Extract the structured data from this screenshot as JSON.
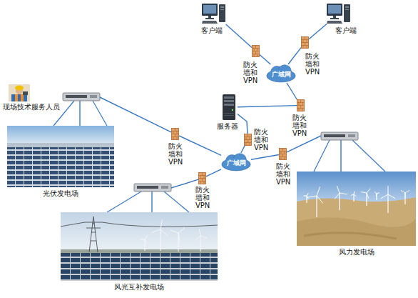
{
  "diagram": {
    "nodes": [
      {
        "text": [
          "客户端"
        ]
      },
      {
        "text": [
          "客户端"
        ]
      },
      {
        "text": [
          "防火墙和VPN"
        ]
      },
      {
        "text": [
          "防火墙和VPN"
        ]
      },
      {
        "text": [
          "广域网"
        ]
      },
      {
        "text": [
          "现场技术服务人员"
        ]
      },
      {
        "text": [
          "服务器"
        ]
      },
      {
        "text": [
          "防火墙和VPN"
        ]
      },
      {
        "text": [
          "防火墙和VPN"
        ]
      },
      {
        "text": [
          "防火墙和VPN"
        ]
      },
      {
        "text": [
          "广域网"
        ]
      },
      {
        "text": [
          "防火墙和VPN"
        ]
      },
      {
        "text": [
          "光伏发电场"
        ]
      },
      {
        "text": [
          "防火墙和VPN"
        ]
      },
      {
        "text": [
          "风光互补发电场"
        ]
      },
      {
        "text": [
          "风力发电场"
        ]
      }
    ],
    "edges": [
      {
        "from": 0,
        "to": 2,
        "arrow": "none"
      },
      {
        "from": 2,
        "to": 4,
        "arrow": "none"
      },
      {
        "from": 1,
        "to": 3,
        "arrow": "none"
      },
      {
        "from": 3,
        "to": 4,
        "arrow": "none"
      },
      {
        "from": 6,
        "to": 7,
        "arrow": "none"
      },
      {
        "from": 7,
        "to": 4,
        "arrow": "none"
      },
      {
        "from": 6,
        "to": 8,
        "arrow": "none"
      },
      {
        "from": 8,
        "to": 10,
        "arrow": "none"
      },
      {
        "from": 12,
        "to": 9,
        "arrow": "none"
      },
      {
        "from": 9,
        "to": 10,
        "arrow": "none"
      },
      {
        "from": 15,
        "to": 11,
        "arrow": "none"
      },
      {
        "from": 11,
        "to": 10,
        "arrow": "none"
      },
      {
        "from": 14,
        "to": 13,
        "arrow": "none"
      },
      {
        "from": 13,
        "to": 10,
        "arrow": "none"
      }
    ]
  }
}
